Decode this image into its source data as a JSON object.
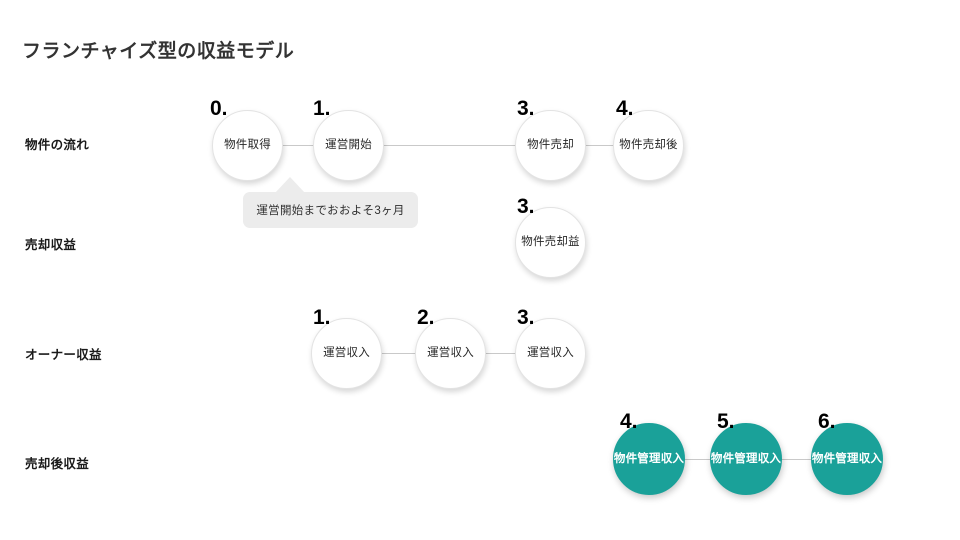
{
  "slide": {
    "title": "フランチャイズ型の収益モデル",
    "background_color": "#ffffff",
    "accent_color": "#1aa199",
    "connector_color": "#c9c9c9",
    "callout_bg_color": "#ececec"
  },
  "rows": [
    {
      "label": "物件の流れ"
    },
    {
      "label": "売却収益"
    },
    {
      "label": "オーナー収益"
    },
    {
      "label": "売却後収益"
    }
  ],
  "nodes": {
    "flow": [
      {
        "num": "0.",
        "label": "物件取得"
      },
      {
        "num": "1.",
        "label": "運営開始"
      },
      {
        "num": "3.",
        "label": "物件売却"
      },
      {
        "num": "4.",
        "label": "物件売却後"
      }
    ],
    "sale_revenue": [
      {
        "num": "3.",
        "label": "物件売却益"
      }
    ],
    "owner_revenue": [
      {
        "num": "1.",
        "label": "運営収入"
      },
      {
        "num": "2.",
        "label": "運営収入"
      },
      {
        "num": "3.",
        "label": "運営収入"
      }
    ],
    "post_sale_revenue": [
      {
        "num": "4.",
        "label": "物件管理収入"
      },
      {
        "num": "5.",
        "label": "物件管理収入"
      },
      {
        "num": "6.",
        "label": "物件管理収入"
      }
    ]
  },
  "callout": {
    "text": "運営開始までおおよそ3ヶ月"
  }
}
